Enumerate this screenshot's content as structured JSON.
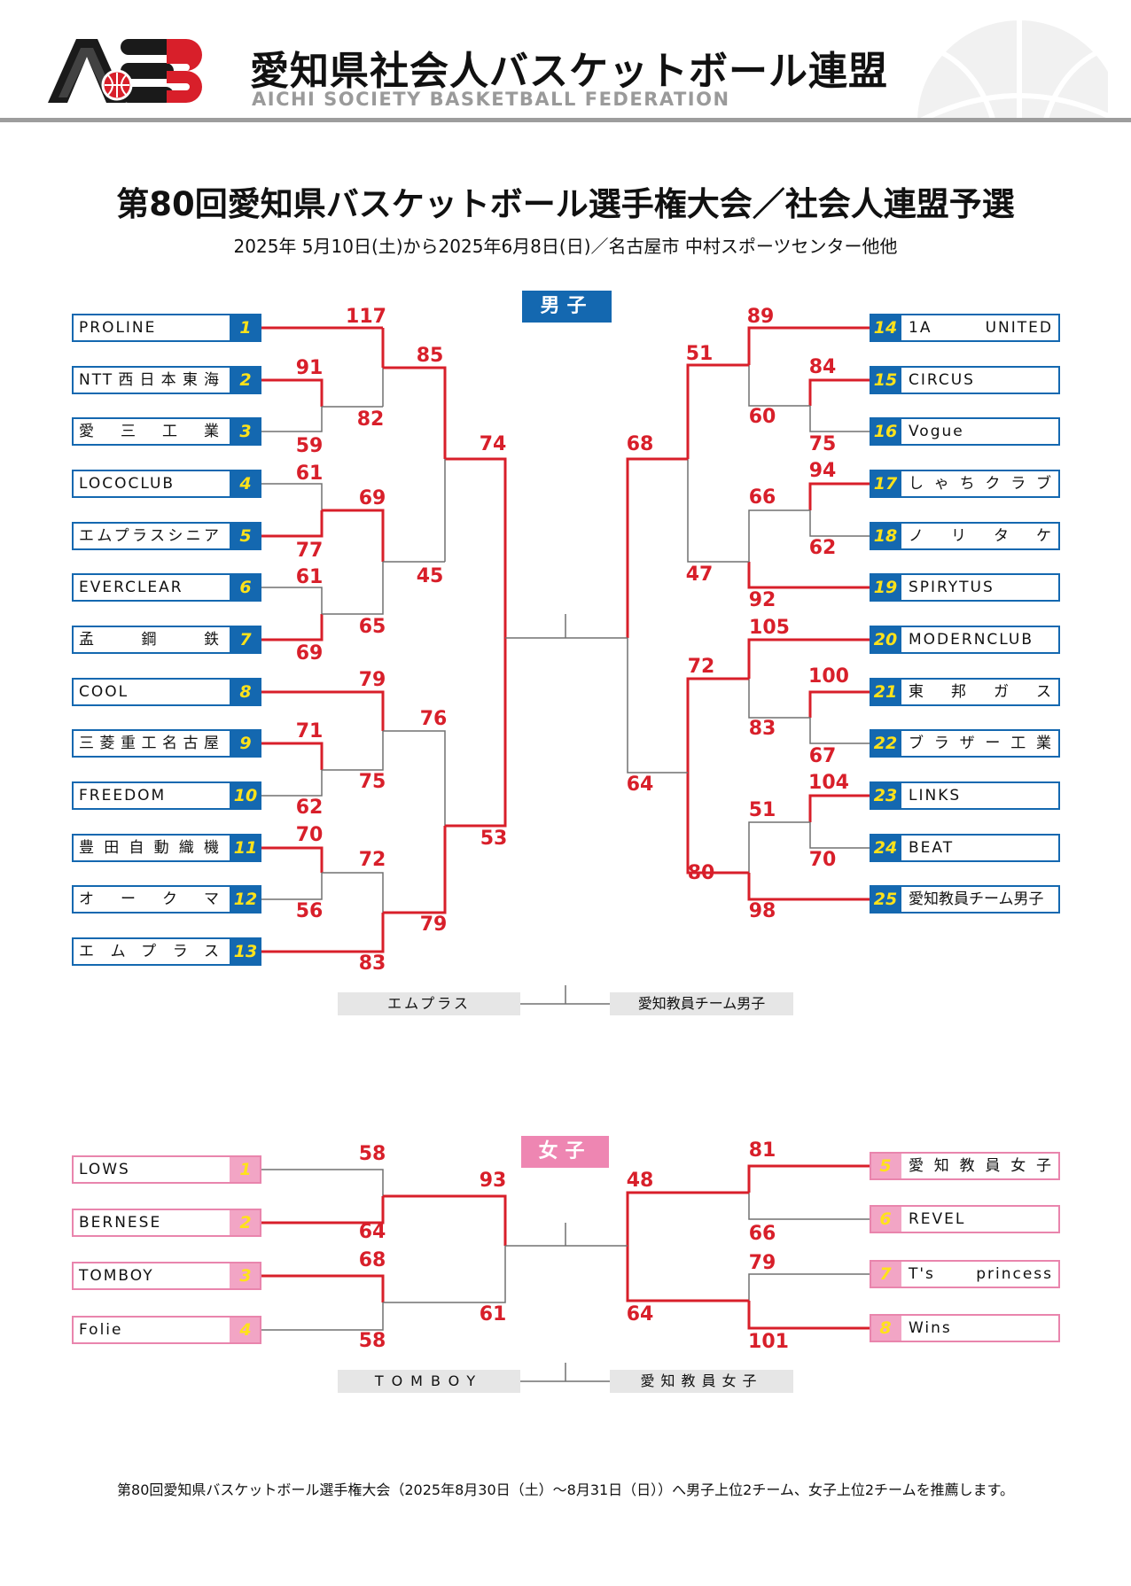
{
  "header": {
    "logo_text": "ASB",
    "org_name_jp": "愛知県社会人バスケットボール連盟",
    "org_name_en": "AICHI SOCIETY BASKETBALL FEDERATION"
  },
  "title": "第80回愛知県バスケットボール選手権大会／社会人連盟予選",
  "subtitle": "2025年 5月10日(土)から2025年6月8日(日)／名古屋市 中村スポーツセンター他他",
  "men": {
    "label": "男子",
    "left_teams": [
      {
        "num": "1",
        "name": "PROLINE"
      },
      {
        "num": "2",
        "name": "NTT西日本東海"
      },
      {
        "num": "3",
        "name": "愛三工業"
      },
      {
        "num": "4",
        "name": "LOCOCLUB"
      },
      {
        "num": "5",
        "name": "エムプラスシニア"
      },
      {
        "num": "6",
        "name": "EVERCLEAR"
      },
      {
        "num": "7",
        "name": "孟鋼鉄"
      },
      {
        "num": "8",
        "name": "COOL"
      },
      {
        "num": "9",
        "name": "三菱重工名古屋"
      },
      {
        "num": "10",
        "name": "FREEDOM"
      },
      {
        "num": "11",
        "name": "豊田自動織機"
      },
      {
        "num": "12",
        "name": "オークマ"
      },
      {
        "num": "13",
        "name": "エムプラス"
      }
    ],
    "right_teams": [
      {
        "num": "14",
        "name": "1A UNITED"
      },
      {
        "num": "15",
        "name": "CIRCUS"
      },
      {
        "num": "16",
        "name": "Vogue"
      },
      {
        "num": "17",
        "name": "しゃちクラブ"
      },
      {
        "num": "18",
        "name": "ノリタケ"
      },
      {
        "num": "19",
        "name": "SPIRYTUS"
      },
      {
        "num": "20",
        "name": "MODERNCLUB"
      },
      {
        "num": "21",
        "name": "東邦ガス"
      },
      {
        "num": "22",
        "name": "ブラザー工業"
      },
      {
        "num": "23",
        "name": "LINKS"
      },
      {
        "num": "24",
        "name": "BEAT"
      },
      {
        "num": "25",
        "name": "愛知教員チーム男子"
      }
    ],
    "scores": [
      "117",
      "85",
      "91",
      "82",
      "59",
      "74",
      "61",
      "69",
      "77",
      "45",
      "61",
      "65",
      "69",
      "79",
      "76",
      "71",
      "75",
      "62",
      "53",
      "70",
      "72",
      "56",
      "79",
      "83",
      "89",
      "51",
      "84",
      "60",
      "75",
      "68",
      "94",
      "66",
      "62",
      "47",
      "92",
      "105",
      "72",
      "100",
      "83",
      "67",
      "64",
      "104",
      "51",
      "70",
      "80",
      "98"
    ],
    "finalists": [
      "エムプラス",
      "愛知教員チーム男子"
    ]
  },
  "women": {
    "label": "女子",
    "left_teams": [
      {
        "num": "1",
        "name": "LOWS"
      },
      {
        "num": "2",
        "name": "BERNESE"
      },
      {
        "num": "3",
        "name": "TOMBOY"
      },
      {
        "num": "4",
        "name": "Folie"
      }
    ],
    "right_teams": [
      {
        "num": "5",
        "name": "愛知教員女子"
      },
      {
        "num": "6",
        "name": "REVEL"
      },
      {
        "num": "7",
        "name": "T's princess"
      },
      {
        "num": "8",
        "name": "Wins"
      }
    ],
    "scores": [
      "58",
      "93",
      "64",
      "68",
      "61",
      "58",
      "81",
      "48",
      "66",
      "79",
      "64",
      "101"
    ],
    "finalists": [
      "TOMBOY",
      "愛知教員女子"
    ]
  },
  "footnote": "第80回愛知県バスケットボール選手権大会（2025年8月30日（土）〜8月31日（日））へ男子上位2チーム、女子上位2チームを推薦します。",
  "colors": {
    "men": "#1468b0",
    "women": "#ee86b2",
    "win_line": "#d81f2a",
    "lose_line": "#707070",
    "number": "#ffe21a",
    "rule": "#9d9d9d"
  }
}
